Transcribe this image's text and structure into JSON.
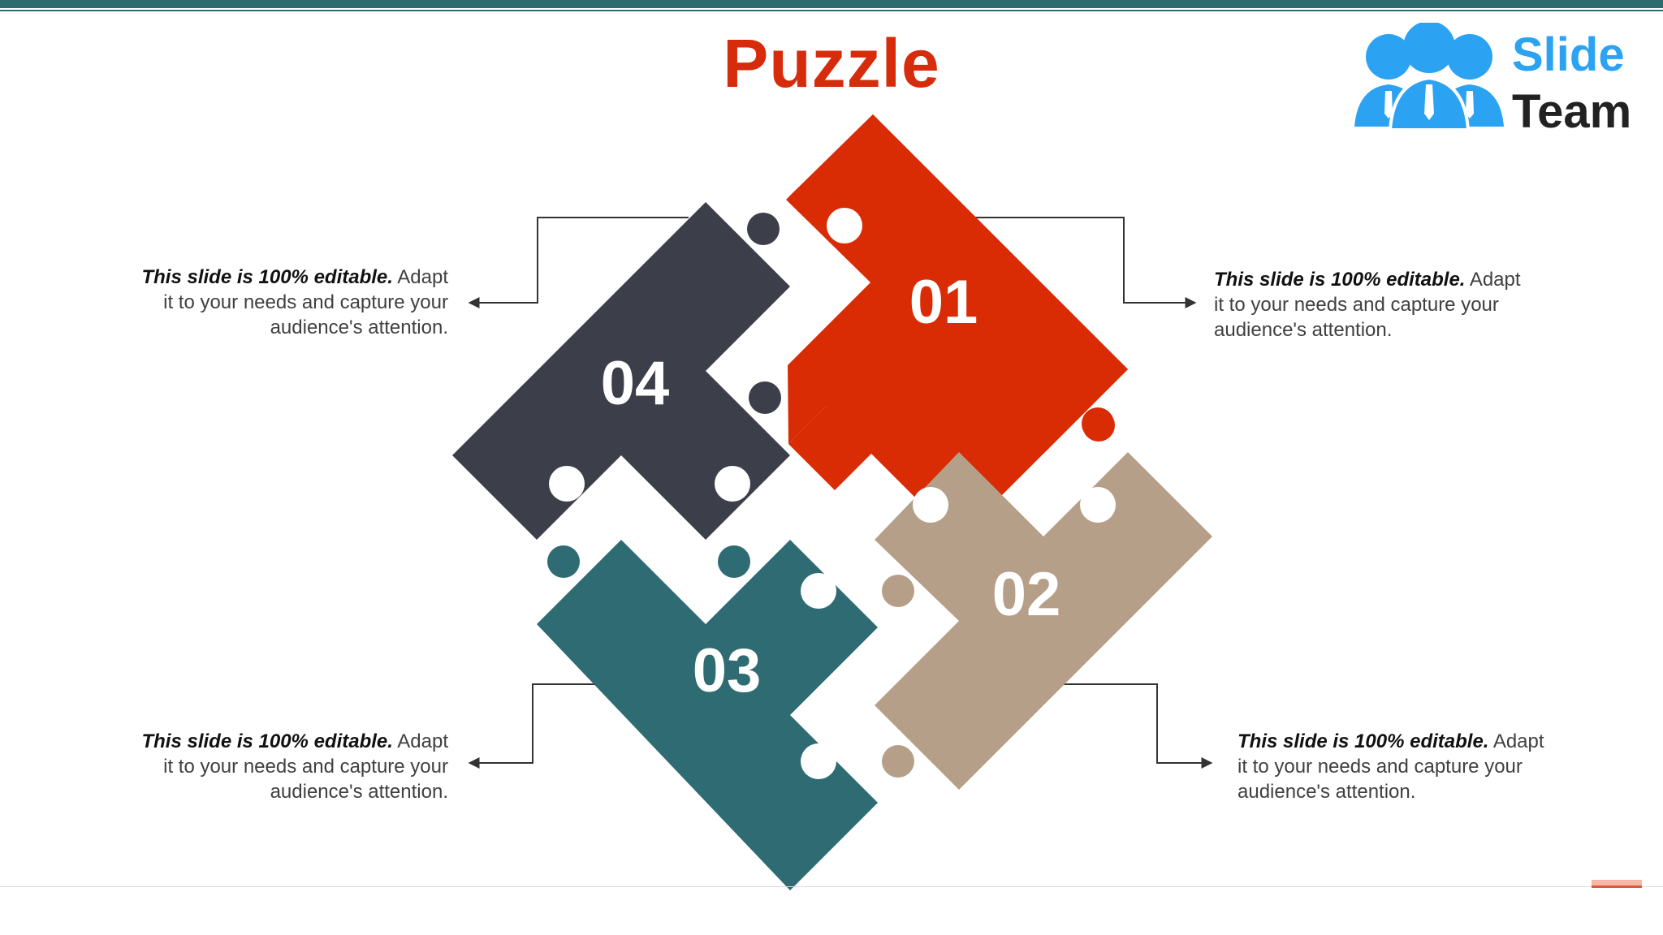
{
  "title": "Puzzle",
  "logo": {
    "line1": "Slide",
    "line2": "Team"
  },
  "pieces": [
    {
      "number": "01",
      "color": "#d92b04"
    },
    {
      "number": "02",
      "color": "#b59f89"
    },
    {
      "number": "03",
      "color": "#2e6b73"
    },
    {
      "number": "04",
      "color": "#3c3e4a"
    }
  ],
  "callouts": [
    {
      "strong": "This slide is 100% editable.",
      "line1": " Adapt",
      "line2": "it to your needs and capture your",
      "line3": "audience's attention."
    },
    {
      "strong": "This slide is 100% editable.",
      "line1": " Adapt",
      "line2": "it to your needs and capture your",
      "line3": "audience's attention."
    },
    {
      "strong": "This slide is 100% editable.",
      "line1": " Adapt",
      "line2": "it to your needs and capture your",
      "line3": "audience's attention."
    },
    {
      "strong": "This slide is 100% editable.",
      "line1": " Adapt",
      "line2": "it to your needs and capture your",
      "line3": "audience's attention."
    }
  ],
  "colors": {
    "accent": "#d62c0b",
    "connector": "#333333",
    "top_band": "#2e6b70"
  }
}
